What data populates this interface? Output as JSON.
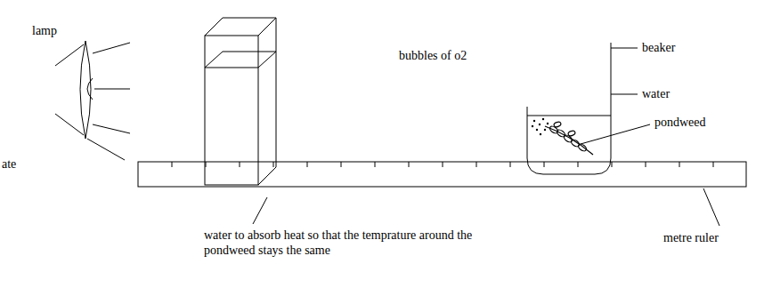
{
  "diagram": {
    "labels": [
      "lamp",
      "ate",
      "bubbles of o2",
      "beaker",
      "water",
      "pondweed",
      "water to absorb heat so that the temprature around the pondweed stays the same",
      "metre ruler"
    ]
  }
}
